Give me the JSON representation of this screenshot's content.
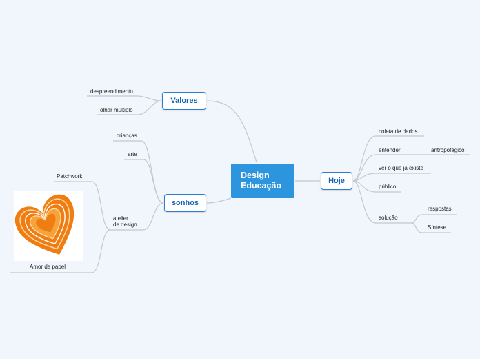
{
  "central": {
    "line1": "Design",
    "line2": "Educação"
  },
  "topics": {
    "valores": "Valores",
    "sonhos": "sonhos",
    "hoje": "Hoje"
  },
  "valores_children": [
    "despreendimento",
    "olhar múltiplo"
  ],
  "sonhos_children": {
    "criancas": "crianças",
    "arte": "arte",
    "atelier_line1": "atelier",
    "atelier_line2": "de design",
    "patchwork": "Patchwork",
    "amor": "Amor de papel"
  },
  "hoje_children": {
    "coleta": "coleta de dados",
    "entender": "entender",
    "antropofagico": "antropofágico",
    "ver": "ver o que já existe",
    "publico": "público",
    "solucao": "solução",
    "respostas": "respostas",
    "sintese": "Síntese"
  },
  "colors": {
    "central_fill": "#2d95de",
    "topic_border": "#2d7fd0",
    "connector": "#c3c8d2",
    "background": "#f1f5fc",
    "heart_orange": "#f07d12"
  },
  "icons": {
    "heart_image": "orange-heart-icon"
  }
}
